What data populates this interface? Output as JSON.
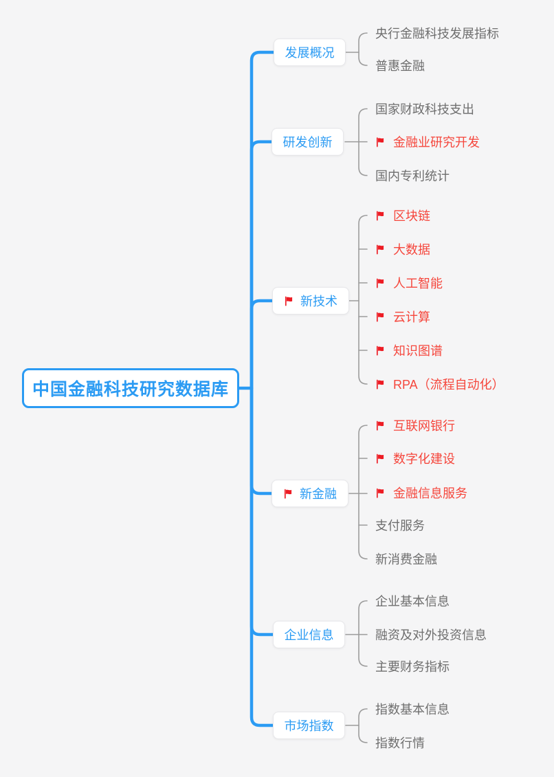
{
  "root": {
    "label": "中国金融科技研究数据库"
  },
  "colors": {
    "accent-blue": "#2b9bf3",
    "flag-red": "#ed1c24",
    "leaf-red": "#f5473d",
    "leaf-gray": "#6e6e6e",
    "connector-gray": "#9c9c9c",
    "background": "#f5f5f6"
  },
  "branches": [
    {
      "label": "发展概况",
      "flag": false,
      "children": [
        {
          "label": "央行金融科技发展指标",
          "flag": false
        },
        {
          "label": "普惠金融",
          "flag": false
        }
      ]
    },
    {
      "label": "研发创新",
      "flag": false,
      "children": [
        {
          "label": "国家财政科技支出",
          "flag": false
        },
        {
          "label": "金融业研究开发",
          "flag": true
        },
        {
          "label": "国内专利统计",
          "flag": false
        }
      ]
    },
    {
      "label": "新技术",
      "flag": true,
      "children": [
        {
          "label": "区块链",
          "flag": true
        },
        {
          "label": "大数据",
          "flag": true
        },
        {
          "label": "人工智能",
          "flag": true
        },
        {
          "label": "云计算",
          "flag": true
        },
        {
          "label": "知识图谱",
          "flag": true
        },
        {
          "label": "RPA（流程自动化）",
          "flag": true
        }
      ]
    },
    {
      "label": "新金融",
      "flag": true,
      "children": [
        {
          "label": "互联网银行",
          "flag": true
        },
        {
          "label": "数字化建设",
          "flag": true
        },
        {
          "label": "金融信息服务",
          "flag": true
        },
        {
          "label": "支付服务",
          "flag": false
        },
        {
          "label": "新消费金融",
          "flag": false
        }
      ]
    },
    {
      "label": "企业信息",
      "flag": false,
      "children": [
        {
          "label": "企业基本信息",
          "flag": false
        },
        {
          "label": "融资及对外投资信息",
          "flag": false
        },
        {
          "label": "主要财务指标",
          "flag": false
        }
      ]
    },
    {
      "label": "市场指数",
      "flag": false,
      "children": [
        {
          "label": "指数基本信息",
          "flag": false
        },
        {
          "label": "指数行情",
          "flag": false
        }
      ]
    }
  ]
}
